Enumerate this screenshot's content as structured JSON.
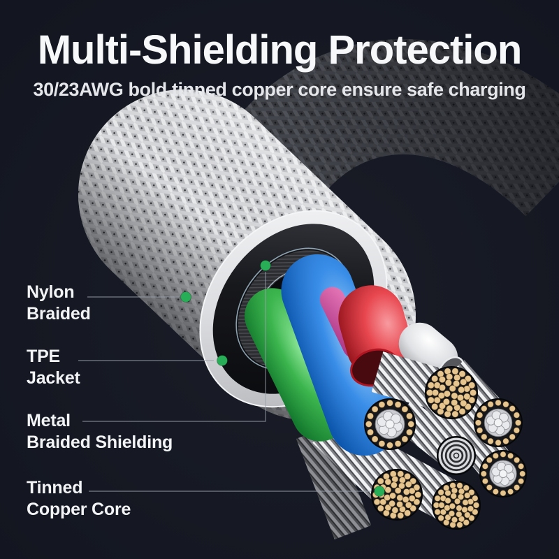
{
  "header": {
    "title": "Multi-Shielding Protection",
    "subtitle": "30/23AWG bold tinned copper core ensure safe charging"
  },
  "callouts": [
    {
      "id": "nylon-braided",
      "line1": "Nylon",
      "line2": "Braided"
    },
    {
      "id": "tpe-jacket",
      "line1": "TPE",
      "line2": "Jacket"
    },
    {
      "id": "metal-braided-shielding",
      "line1": "Metal",
      "line2": "Braided Shielding"
    },
    {
      "id": "tinned-copper-core",
      "line1": "Tinned",
      "line2": "Copper Core"
    }
  ],
  "colors": {
    "background": "#151822",
    "title_text": "#f7f8fa",
    "subtitle_text": "#e4e6ea",
    "label_text": "#f2f3f5",
    "accent_dot": "#27ae56",
    "leader_line": "#9aa0ab",
    "braid_light": "#c9cacd",
    "braid_dark": "#3c3e44",
    "tpe_black": "#17181c",
    "wire_green": "#3cb54e",
    "wire_blue": "#3a8ee8",
    "wire_red": "#e8474f",
    "wire_pink": "#c9408f",
    "wire_white": "#e9ebee",
    "copper_strand": "#e6c58e",
    "metal_silver": "#d9dbdf"
  }
}
